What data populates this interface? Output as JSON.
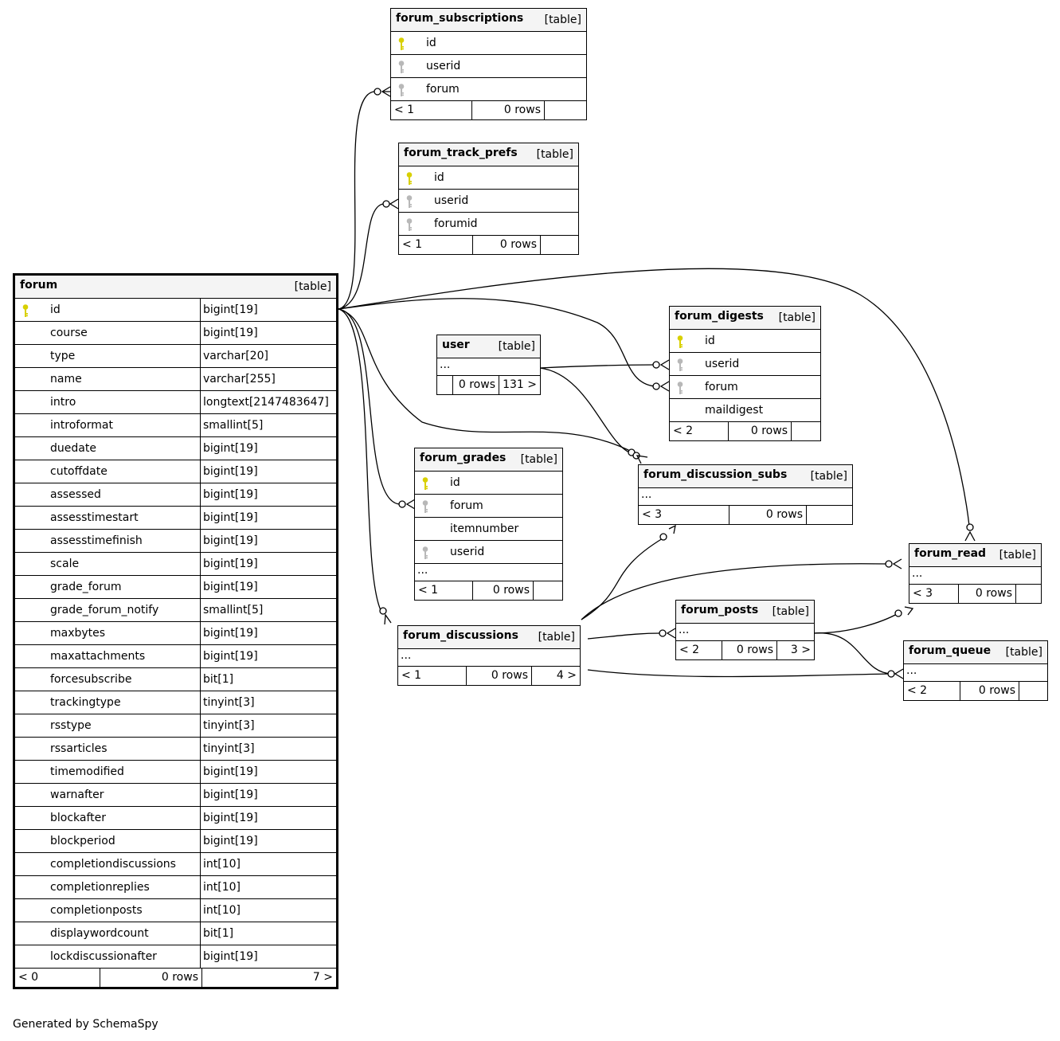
{
  "footer": "Generated by SchemaSpy",
  "colors": {
    "primary_key": "#d8d000",
    "foreign_key": "#b8b8b8",
    "header_bg": "#f4f4f4"
  },
  "tables": {
    "forum": {
      "name": "forum",
      "type": "[table]",
      "columns": [
        {
          "name": "id",
          "type": "bigint[19]",
          "key": "pk"
        },
        {
          "name": "course",
          "type": "bigint[19]"
        },
        {
          "name": "type",
          "type": "varchar[20]"
        },
        {
          "name": "name",
          "type": "varchar[255]"
        },
        {
          "name": "intro",
          "type": "longtext[2147483647]"
        },
        {
          "name": "introformat",
          "type": "smallint[5]"
        },
        {
          "name": "duedate",
          "type": "bigint[19]"
        },
        {
          "name": "cutoffdate",
          "type": "bigint[19]"
        },
        {
          "name": "assessed",
          "type": "bigint[19]"
        },
        {
          "name": "assesstimestart",
          "type": "bigint[19]"
        },
        {
          "name": "assesstimefinish",
          "type": "bigint[19]"
        },
        {
          "name": "scale",
          "type": "bigint[19]"
        },
        {
          "name": "grade_forum",
          "type": "bigint[19]"
        },
        {
          "name": "grade_forum_notify",
          "type": "smallint[5]"
        },
        {
          "name": "maxbytes",
          "type": "bigint[19]"
        },
        {
          "name": "maxattachments",
          "type": "bigint[19]"
        },
        {
          "name": "forcesubscribe",
          "type": "bit[1]"
        },
        {
          "name": "trackingtype",
          "type": "tinyint[3]"
        },
        {
          "name": "rsstype",
          "type": "tinyint[3]"
        },
        {
          "name": "rssarticles",
          "type": "tinyint[3]"
        },
        {
          "name": "timemodified",
          "type": "bigint[19]"
        },
        {
          "name": "warnafter",
          "type": "bigint[19]"
        },
        {
          "name": "blockafter",
          "type": "bigint[19]"
        },
        {
          "name": "blockperiod",
          "type": "bigint[19]"
        },
        {
          "name": "completiondiscussions",
          "type": "int[10]"
        },
        {
          "name": "completionreplies",
          "type": "int[10]"
        },
        {
          "name": "completionposts",
          "type": "int[10]"
        },
        {
          "name": "displaywordcount",
          "type": "bit[1]"
        },
        {
          "name": "lockdiscussionafter",
          "type": "bigint[19]"
        }
      ],
      "footer": [
        "< 0",
        "0 rows",
        "7 >"
      ]
    },
    "forum_subscriptions": {
      "name": "forum_subscriptions",
      "type": "[table]",
      "columns": [
        {
          "name": "id",
          "key": "pk"
        },
        {
          "name": "userid",
          "key": "fk"
        },
        {
          "name": "forum",
          "key": "fk"
        }
      ],
      "footer": [
        "< 1",
        "0 rows",
        ""
      ]
    },
    "forum_track_prefs": {
      "name": "forum_track_prefs",
      "type": "[table]",
      "columns": [
        {
          "name": "id",
          "key": "pk"
        },
        {
          "name": "userid",
          "key": "fk"
        },
        {
          "name": "forumid",
          "key": "fk"
        }
      ],
      "footer": [
        "< 1",
        "0 rows",
        ""
      ]
    },
    "user": {
      "name": "user",
      "type": "[table]",
      "ellipsis": "...",
      "footer": [
        "",
        "0 rows",
        "131 >"
      ]
    },
    "forum_digests": {
      "name": "forum_digests",
      "type": "[table]",
      "columns": [
        {
          "name": "id",
          "key": "pk"
        },
        {
          "name": "userid",
          "key": "fk"
        },
        {
          "name": "forum",
          "key": "fk"
        },
        {
          "name": "maildigest",
          "key": ""
        }
      ],
      "footer": [
        "< 2",
        "0 rows",
        ""
      ]
    },
    "forum_grades": {
      "name": "forum_grades",
      "type": "[table]",
      "ellipsis": "...",
      "columns": [
        {
          "name": "id",
          "key": "pk"
        },
        {
          "name": "forum",
          "key": "fk"
        },
        {
          "name": "itemnumber",
          "key": ""
        },
        {
          "name": "userid",
          "key": "fk"
        }
      ],
      "footer": [
        "< 1",
        "0 rows",
        ""
      ]
    },
    "forum_discussion_subs": {
      "name": "forum_discussion_subs",
      "type": "[table]",
      "ellipsis": "...",
      "footer": [
        "< 3",
        "0 rows",
        ""
      ]
    },
    "forum_discussions": {
      "name": "forum_discussions",
      "type": "[table]",
      "ellipsis": "...",
      "footer": [
        "< 1",
        "0 rows",
        "4 >"
      ]
    },
    "forum_posts": {
      "name": "forum_posts",
      "type": "[table]",
      "ellipsis": "...",
      "footer": [
        "< 2",
        "0 rows",
        "3 >"
      ]
    },
    "forum_read": {
      "name": "forum_read",
      "type": "[table]",
      "ellipsis": "...",
      "footer": [
        "< 3",
        "0 rows",
        ""
      ]
    },
    "forum_queue": {
      "name": "forum_queue",
      "type": "[table]",
      "ellipsis": "...",
      "footer": [
        "< 2",
        "0 rows",
        ""
      ]
    }
  }
}
